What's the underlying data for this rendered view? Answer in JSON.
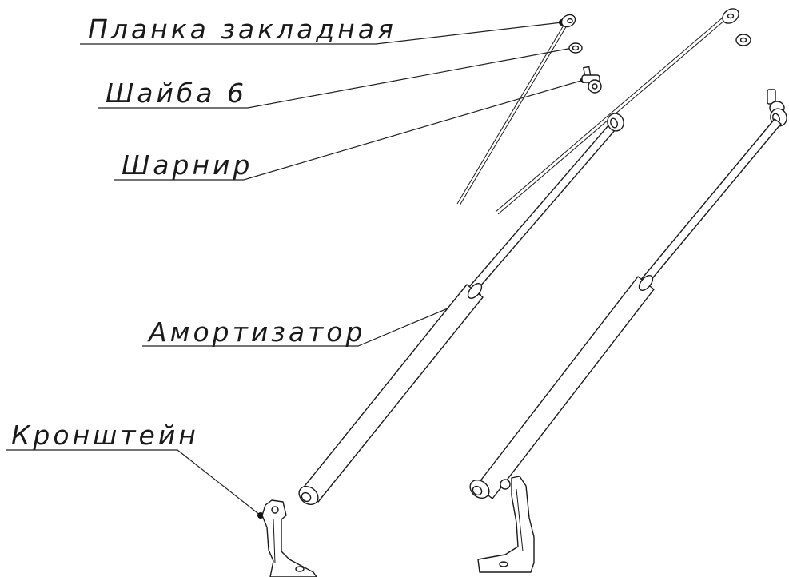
{
  "labels": {
    "planka": "Планка закладная",
    "shaiba": "Шайба 6",
    "sharnir": "Шарнир",
    "amortizator": "Амортизатор",
    "kronshtein": "Кронштейн"
  },
  "colors": {
    "line": "#1a1a1a",
    "background": "#ffffff"
  }
}
